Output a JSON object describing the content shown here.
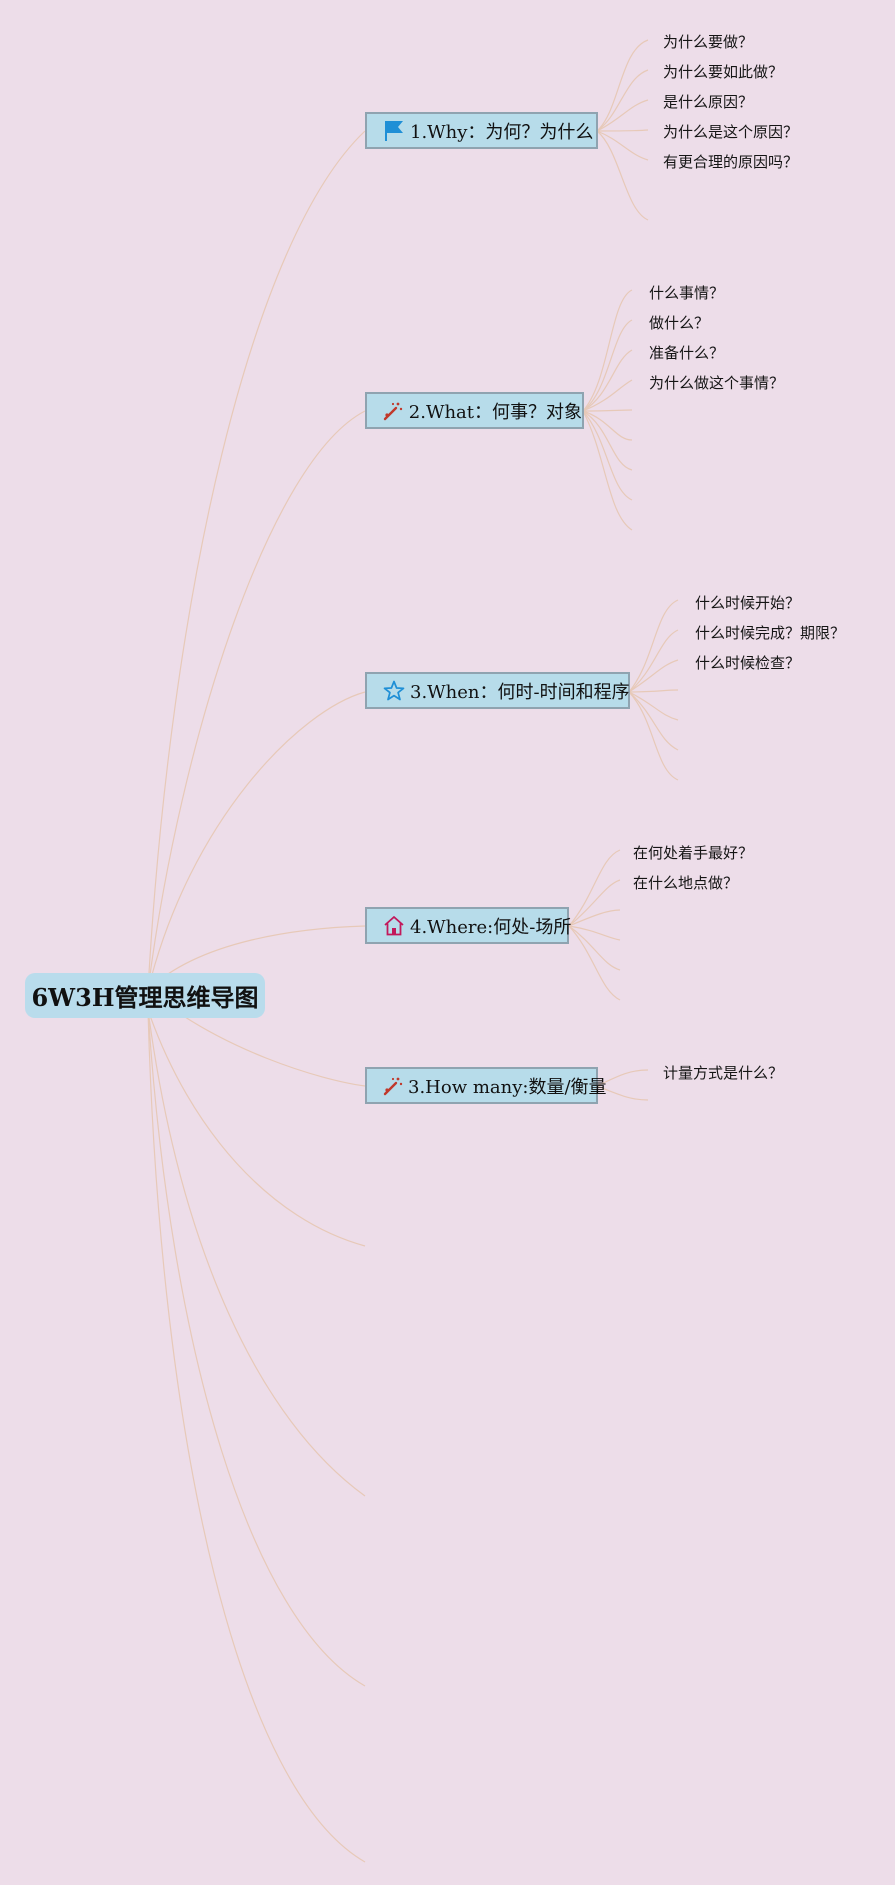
{
  "root": {
    "label": "6W3H管理思维导图"
  },
  "branches": [
    {
      "label": "1.Why：为何？为什么",
      "icon": "flag-icon",
      "color": "#1f8fd6",
      "children": [
        "为什么要做？",
        "为什么要如此做？",
        "是什么原因？",
        "为什么是这个原因？",
        "有更合理的原因吗？"
      ]
    },
    {
      "label": "2.What：何事？对象",
      "icon": "magic-wand-icon",
      "color": "#c0392b",
      "children": [
        "什么事情？",
        "做什么？",
        "准备什么？",
        "为什么做这个事情？"
      ]
    },
    {
      "label": "3.When：何时-时间和程序",
      "icon": "star-icon",
      "color": "#1f8fd6",
      "children": [
        "什么时候开始？",
        "什么时候完成？期限？",
        "什么时候检查？"
      ]
    },
    {
      "label": "4.Where:何处-场所",
      "icon": "house-icon",
      "color": "#c2185b",
      "children": [
        "在何处着手最好？",
        "在什么地点做？"
      ]
    },
    {
      "label": "3.How many:数量/衡量",
      "icon": "magic-wand-icon",
      "color": "#c0392b",
      "children": [
        "计量方式是什么？"
      ]
    }
  ],
  "colors": {
    "background": "#eddde9",
    "node_fill": "#b7dcea",
    "node_border": "#8fa3b0",
    "connector": "#e7c9b8"
  }
}
